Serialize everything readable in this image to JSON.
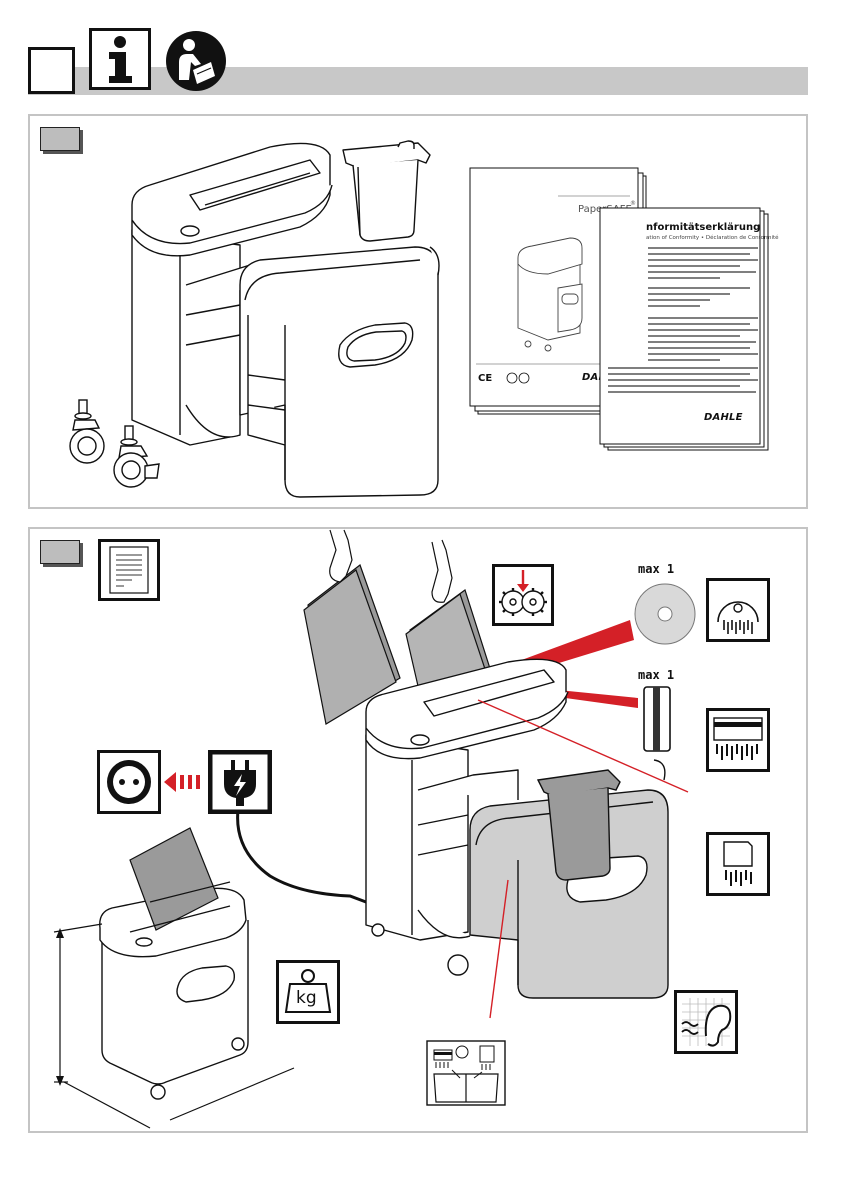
{
  "header": {
    "icons": [
      "blank-box-icon",
      "info-icon",
      "read-manual-icon"
    ]
  },
  "panel1": {
    "manual": {
      "product_name": "PaperSAFE",
      "trademark": "®",
      "ce_mark": "CE",
      "brand": "DAHLE"
    },
    "declaration": {
      "title": "nformitätserklärung",
      "subtitle": "ation of Conformity • Déclaration de Conformité",
      "brand": "DAHLE"
    }
  },
  "panel2": {
    "cd_limit": "max 1",
    "card_limit": "max 1",
    "weight_unit": "kg",
    "icons": [
      "document-icon",
      "shredder-gears-icon",
      "cd-icon",
      "cd-shred-icon",
      "credit-card-icon",
      "card-shred-icon",
      "sd-card-shred-icon",
      "wall-socket-icon",
      "power-plug-icon",
      "weight-icon",
      "noise-ear-icon",
      "separate-bins-icon"
    ]
  },
  "colors": {
    "accent_red": "#d42027",
    "panel_border": "#c4c4c4",
    "header_bar": "#c8c8c8",
    "bin_fill": "#cfcfcf"
  }
}
